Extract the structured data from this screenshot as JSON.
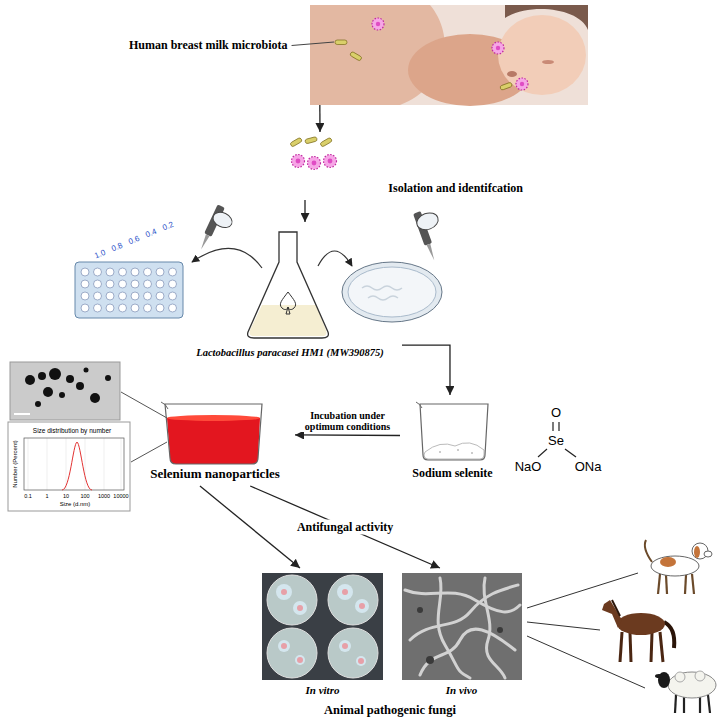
{
  "diagram": {
    "nodes": [
      {
        "text": [
          "Human breast milk microbiota"
        ]
      },
      {
        "text": [
          "Isolation and identifcation"
        ]
      },
      {
        "text": [
          "Lactobacillus paracasei HM1 (MW390875)"
        ]
      },
      {
        "text": [
          "Sodium selenite"
        ]
      },
      {
        "text": [
          "Selenium nanoparticles"
        ]
      },
      {
        "text": [
          "In vitro"
        ]
      },
      {
        "text": [
          "In vivo"
        ]
      }
    ],
    "edges": [
      {
        "from": 0,
        "to": 1,
        "arrow": "to"
      },
      {
        "from": 1,
        "to": 2,
        "arrow": "to"
      },
      {
        "from": 2,
        "to": 3,
        "arrow": "to"
      },
      {
        "from": 3,
        "to": 4,
        "label": "Incubation under optimum conditions",
        "arrow": "to"
      },
      {
        "from": 4,
        "to": 5,
        "arrow": "to"
      },
      {
        "from": 4,
        "to": 6,
        "label": "Antifungal activity",
        "arrow": "to"
      }
    ],
    "labels": [
      "Animal pathogenic fungi",
      "O",
      "NaO",
      "Se",
      "ONa",
      "0.2",
      "0.4",
      "0.6",
      "0.8",
      "1.0",
      "Size distribution by number",
      "Number (Percent)",
      "Size (d.nm)",
      "0.1",
      "1",
      "10",
      "100",
      "1000",
      "10000"
    ]
  }
}
